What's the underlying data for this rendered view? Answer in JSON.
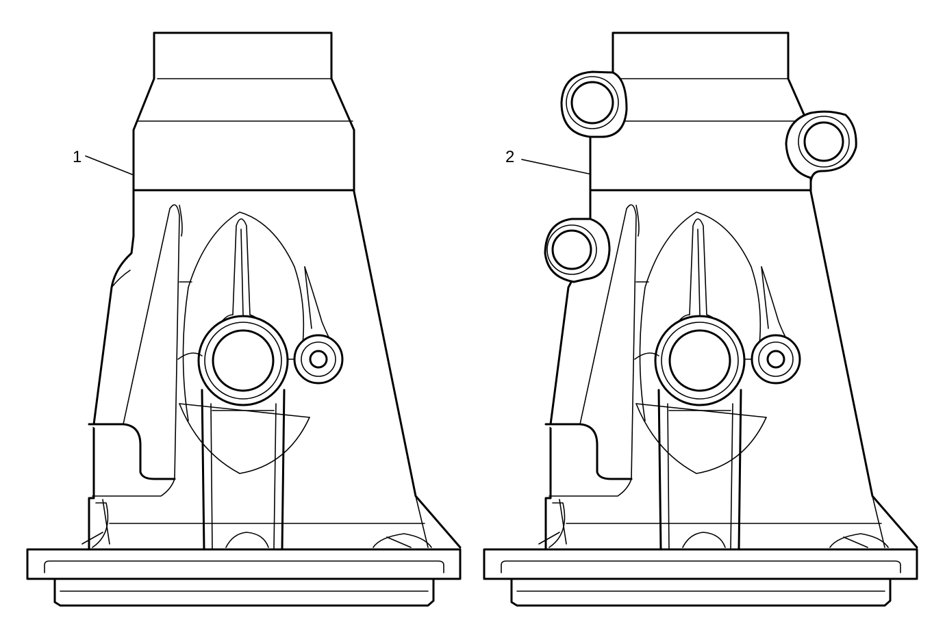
{
  "colors": {
    "line": "#000000",
    "background": "#ffffff"
  },
  "callouts": [
    {
      "id": "callout-1",
      "text": "1"
    },
    {
      "id": "callout-2",
      "text": "2"
    }
  ]
}
